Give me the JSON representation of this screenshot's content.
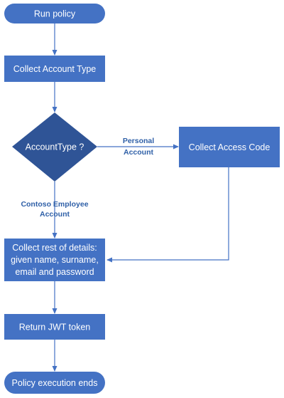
{
  "colors": {
    "node_fill": "#4472c4",
    "decision_fill": "#2f5496",
    "connector": "#4472c4",
    "edge_label": "#2e5fa7",
    "node_text": "#ffffff"
  },
  "nodes": {
    "start": "Run policy",
    "collect_account_type": "Collect Account Type",
    "decision": "AccountType ?",
    "collect_access_code": "Collect Access Code",
    "collect_details": {
      "line1": "Collect rest of details:",
      "line2": "given name, surname,",
      "line3": "email and password"
    },
    "return_token": "Return JWT token",
    "end": "Policy execution ends"
  },
  "edge_labels": {
    "personal": {
      "line1": "Personal",
      "line2": "Account"
    },
    "employee": {
      "line1": "Contoso Employee",
      "line2": "Account"
    }
  }
}
